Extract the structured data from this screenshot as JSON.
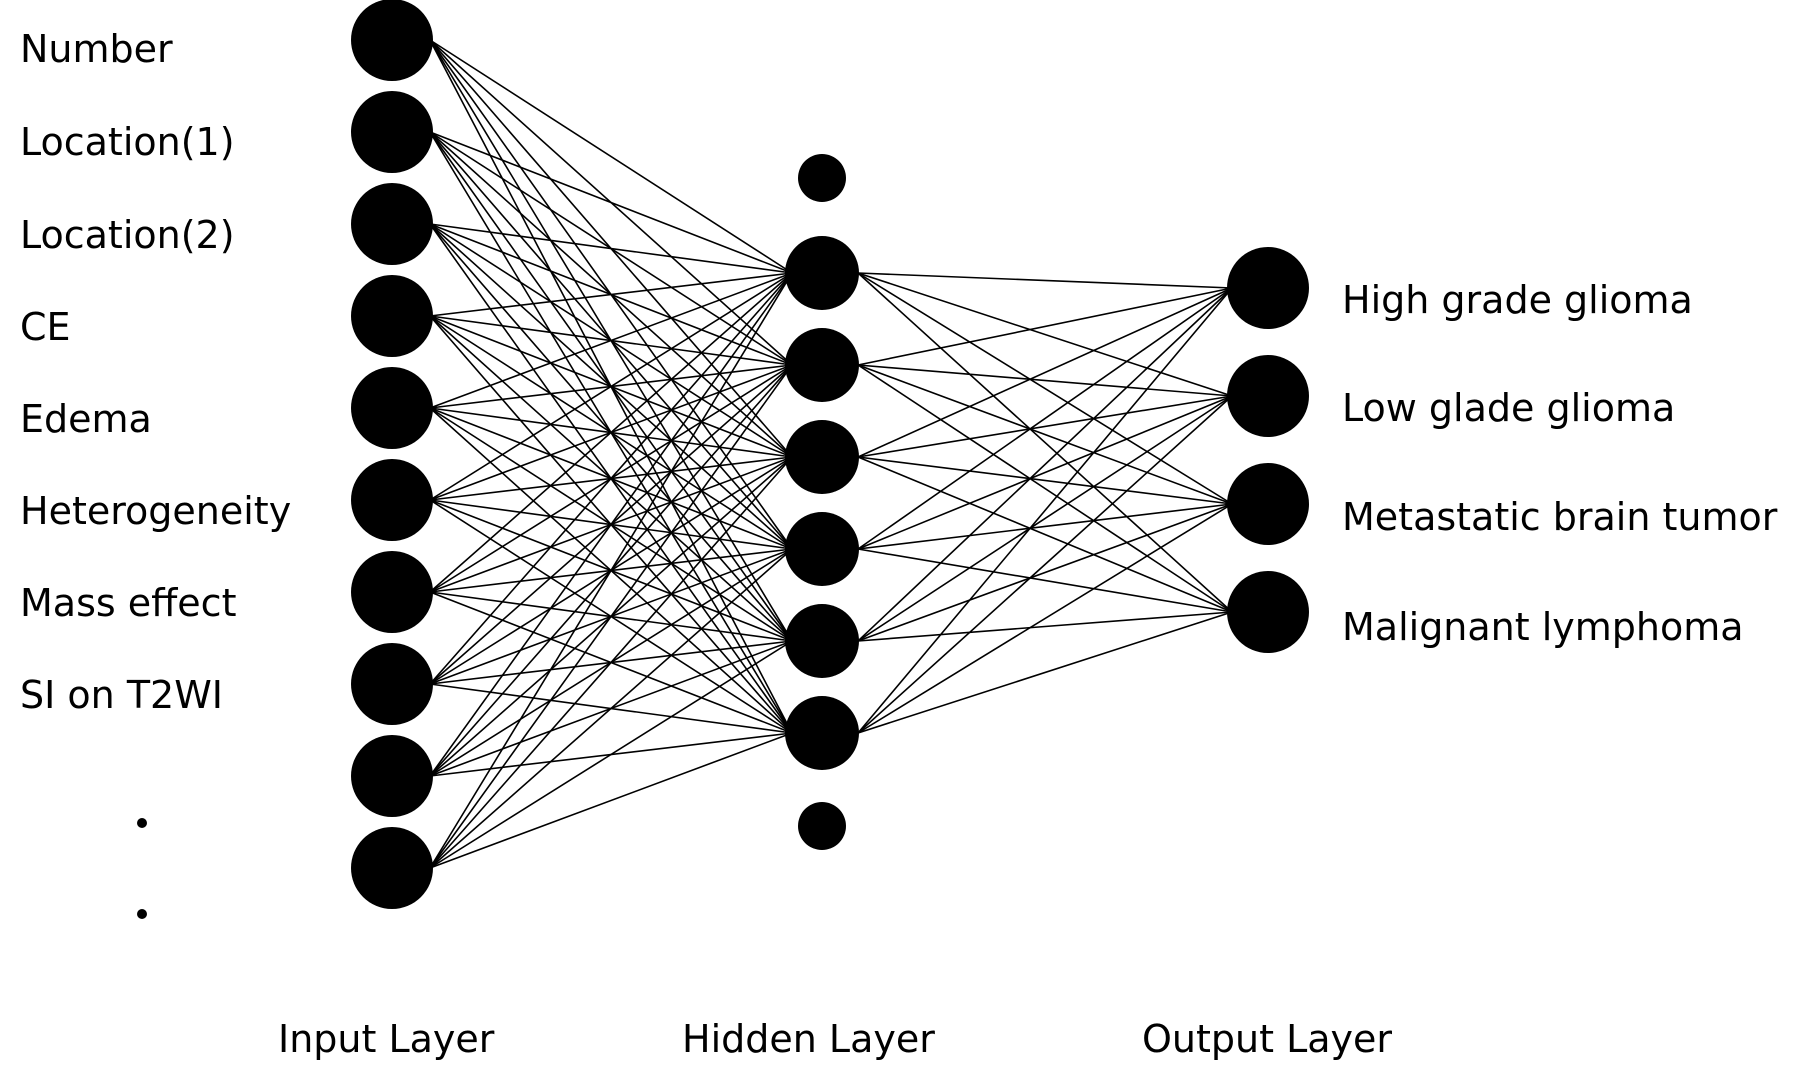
{
  "input_labels": [
    "Number",
    "Location(1)",
    "Location(2)",
    "CE",
    "Edema",
    "Heterogeneity",
    "Mass effect",
    "SI on T2WI"
  ],
  "output_labels": [
    "High grade glioma",
    "Low glade glioma",
    "Metastatic brain tumor",
    "Malignant lymphoma"
  ],
  "layer_titles": {
    "input": "Input Layer",
    "hidden": "Hidden Layer",
    "output": "Output Layer"
  },
  "network": {
    "input_node_count": 10,
    "hidden_node_count": 6,
    "hidden_ellipsis_dots": 2,
    "output_node_count": 4,
    "input_ellipsis_dots": 2,
    "fully_connected": true
  },
  "colors": {
    "nodes": "#000000",
    "edges": "#000000",
    "background": "#ffffff"
  }
}
